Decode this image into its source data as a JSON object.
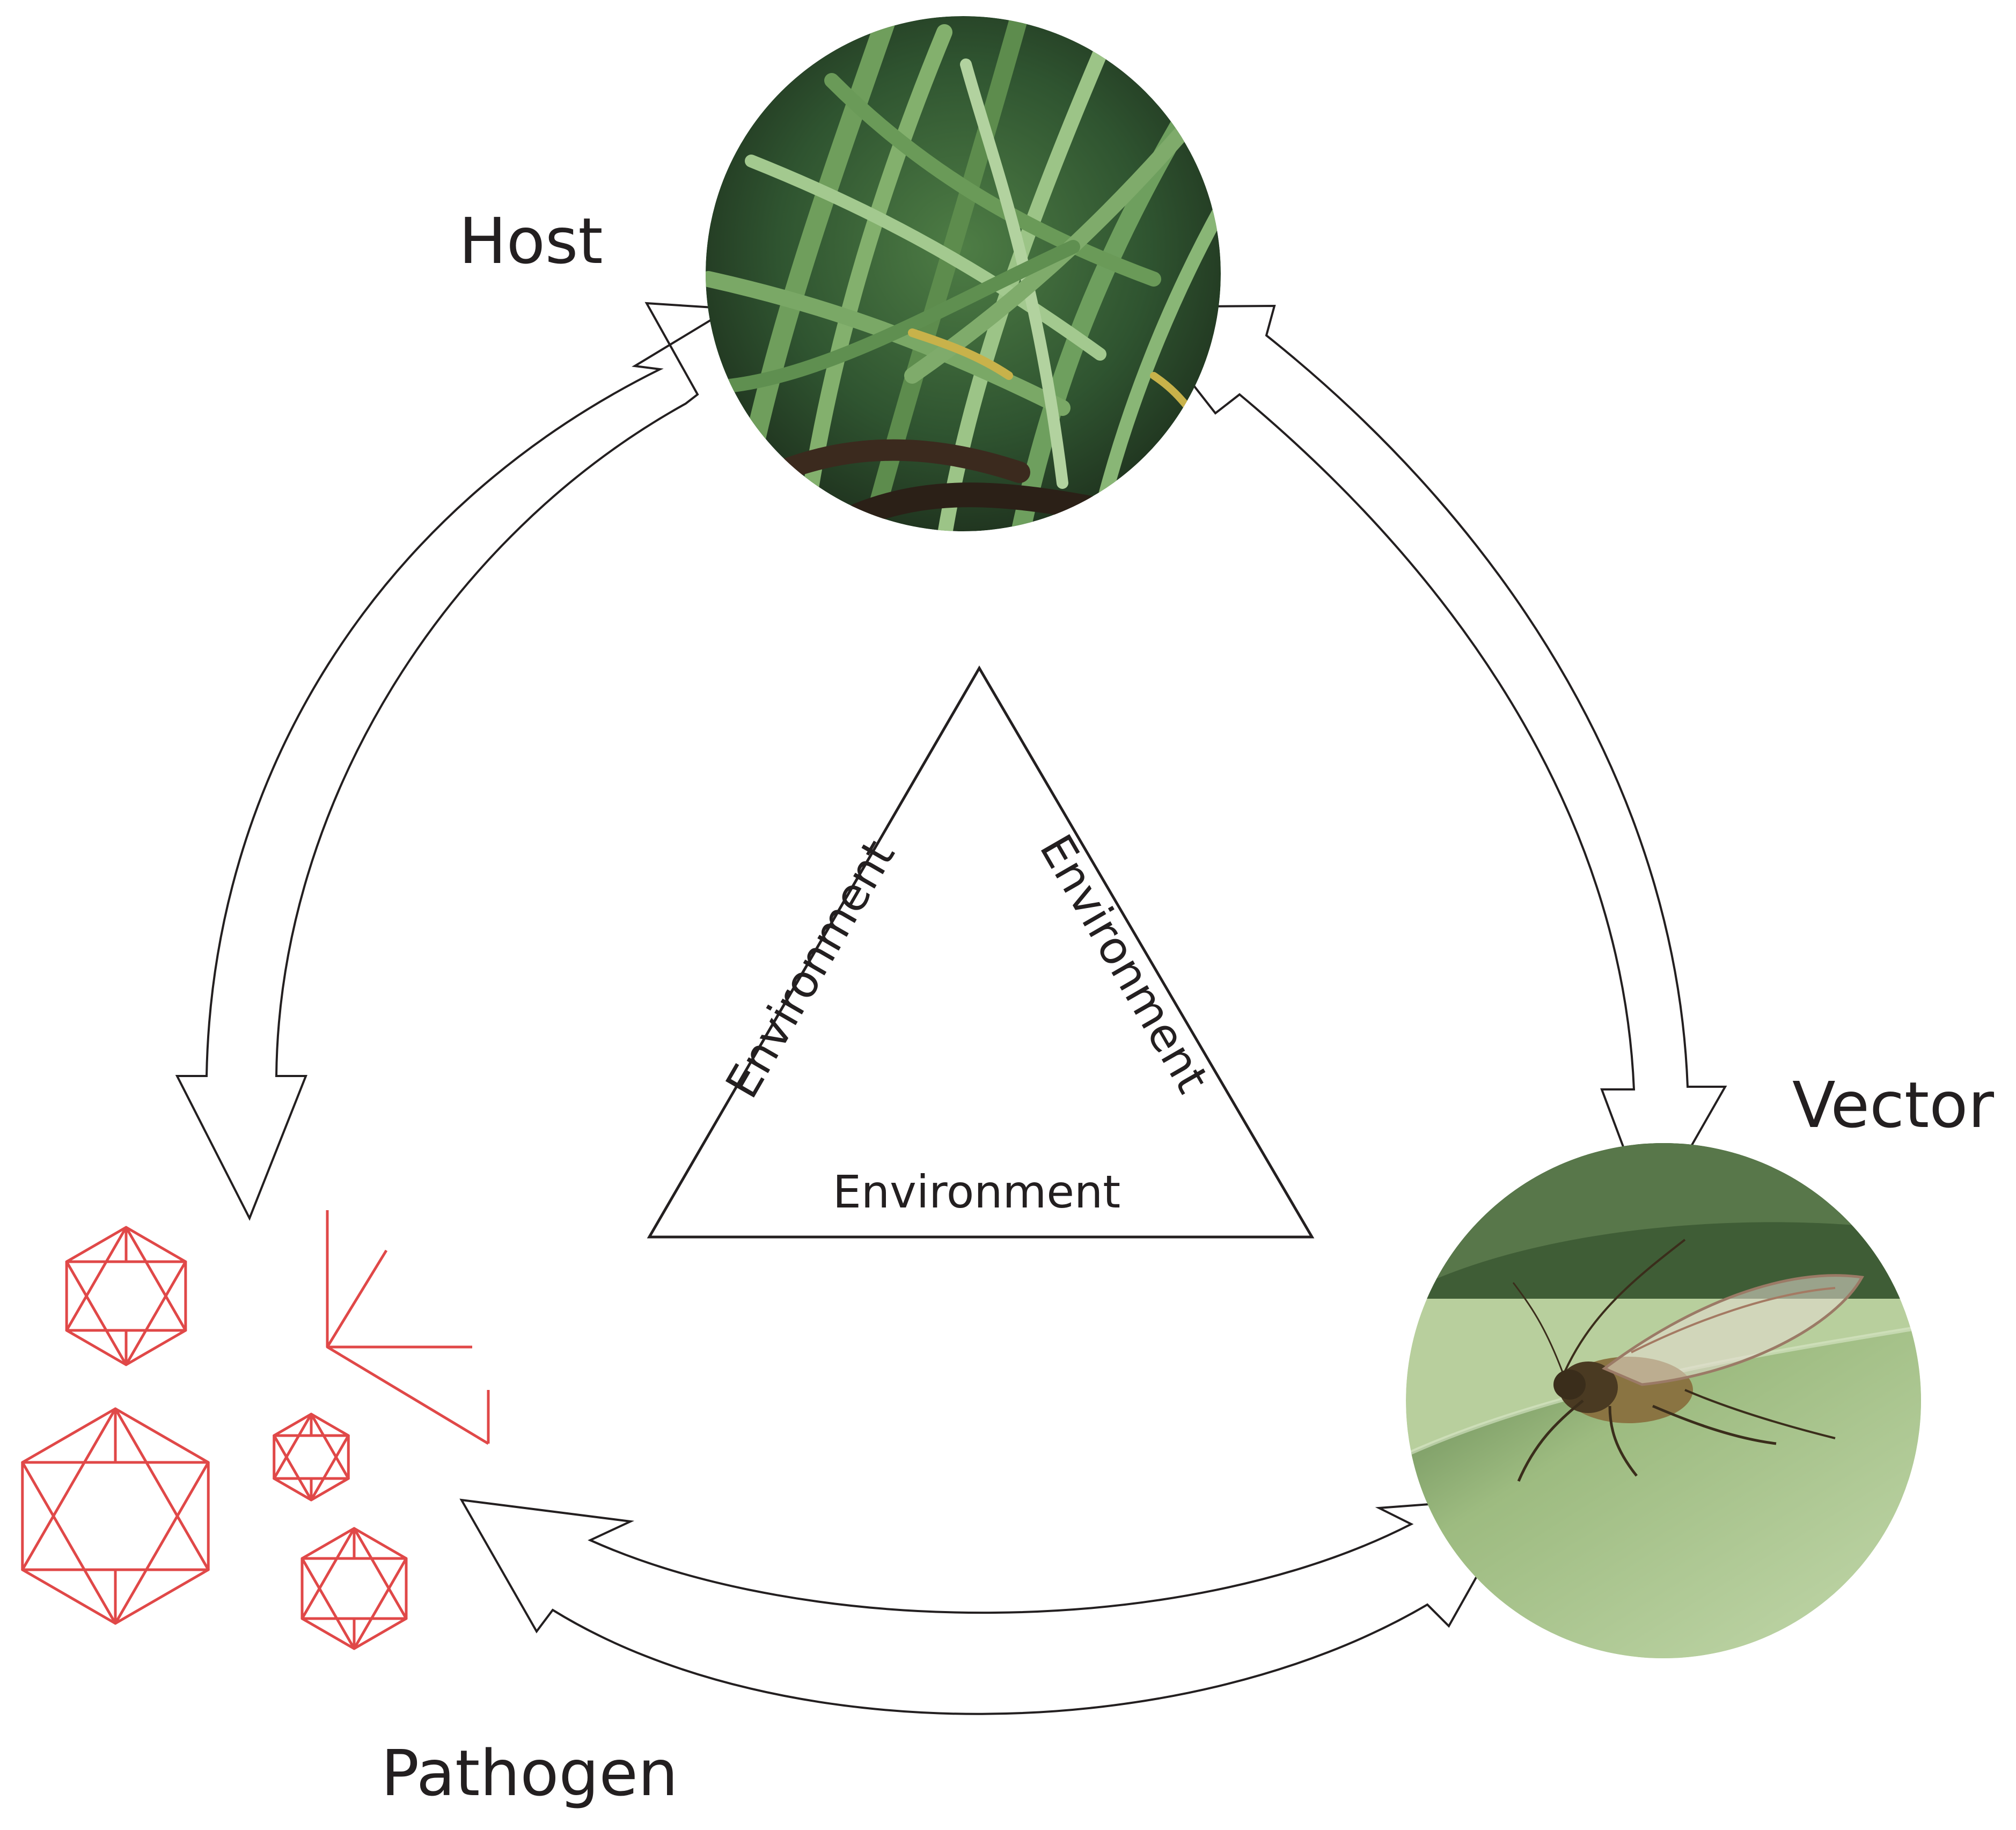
{
  "nodes": {
    "host": {
      "label": "Host"
    },
    "vector": {
      "label": "Vector"
    },
    "pathogen": {
      "label": "Pathogen"
    }
  },
  "environment": {
    "left": "Environment",
    "right": "Environment",
    "bottom": "Environment"
  },
  "colors": {
    "pathogen_stroke": "#e04848",
    "line": "#231f20",
    "grass_dark": "#1f3a22",
    "grass_light": "#7fae6a",
    "leaf_green": "#a9c58a",
    "leaf_dark": "#3f5f36"
  }
}
